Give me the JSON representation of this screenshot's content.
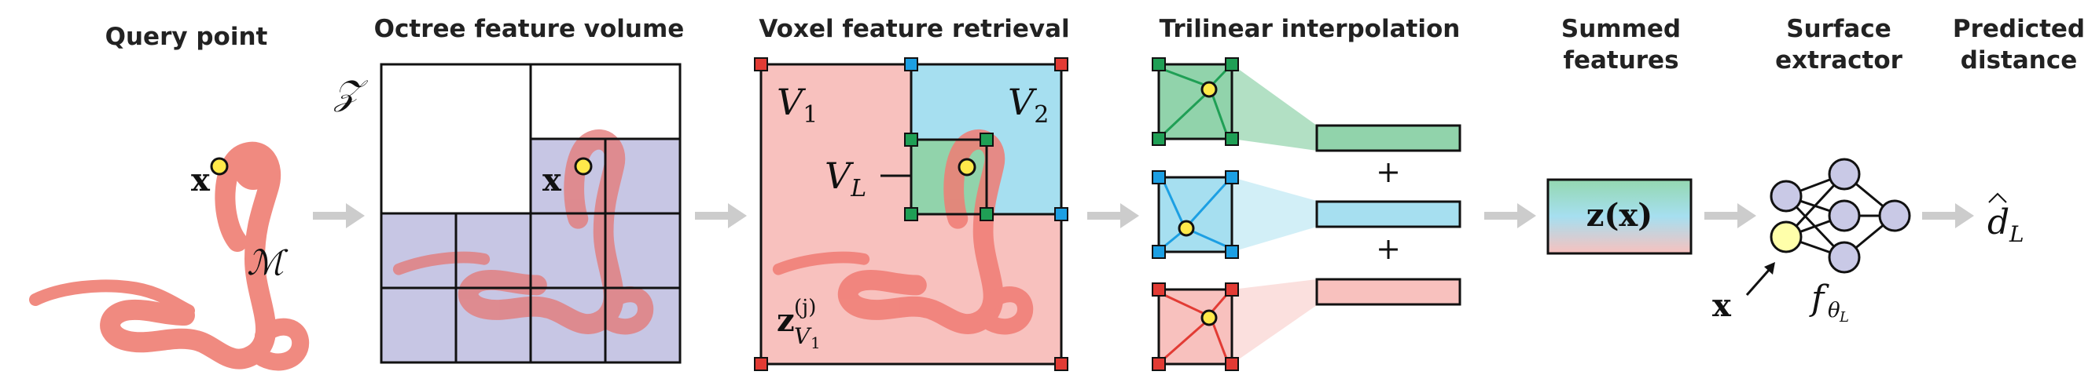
{
  "stages": {
    "query_point": "Query point",
    "octree": "Octree feature volume",
    "voxel_retrieval": "Voxel feature retrieval",
    "trilinear": "Trilinear interpolation",
    "summed_line1": "Summed",
    "summed_line2": "features",
    "extractor_line1": "Surface",
    "extractor_line2": "extractor",
    "distance_line1": "Predicted",
    "distance_line2": "distance"
  },
  "symbols": {
    "x": "x",
    "mesh": "ℳ",
    "z_volume": "𝒵",
    "v1": "V",
    "v1_sub": "1",
    "v2": "V",
    "v2_sub": "2",
    "vl": "V",
    "vl_sub": "L",
    "zv": "z",
    "zv_sup": "(j)",
    "zv_sub_main": "V",
    "zv_sub_num": "1",
    "plus": "+",
    "zx": "z(x)",
    "f": "f",
    "f_sub": "θ",
    "f_subsub": "L",
    "d": "d",
    "d_hat": "^",
    "d_sub": "L"
  },
  "colors": {
    "snake": "#f08a80",
    "octree_fill": "#c7c6e4",
    "v1_fill": "#f8c1be",
    "v2_fill": "#a6dff0",
    "vl_fill": "#91d3ab",
    "corner_red": "#e23b34",
    "corner_blue": "#1c9fe3",
    "corner_green": "#1f9f55",
    "query_point": "#ffe94a",
    "neuron": "#c9c9e6",
    "arrow_gray": "#cccccc"
  }
}
